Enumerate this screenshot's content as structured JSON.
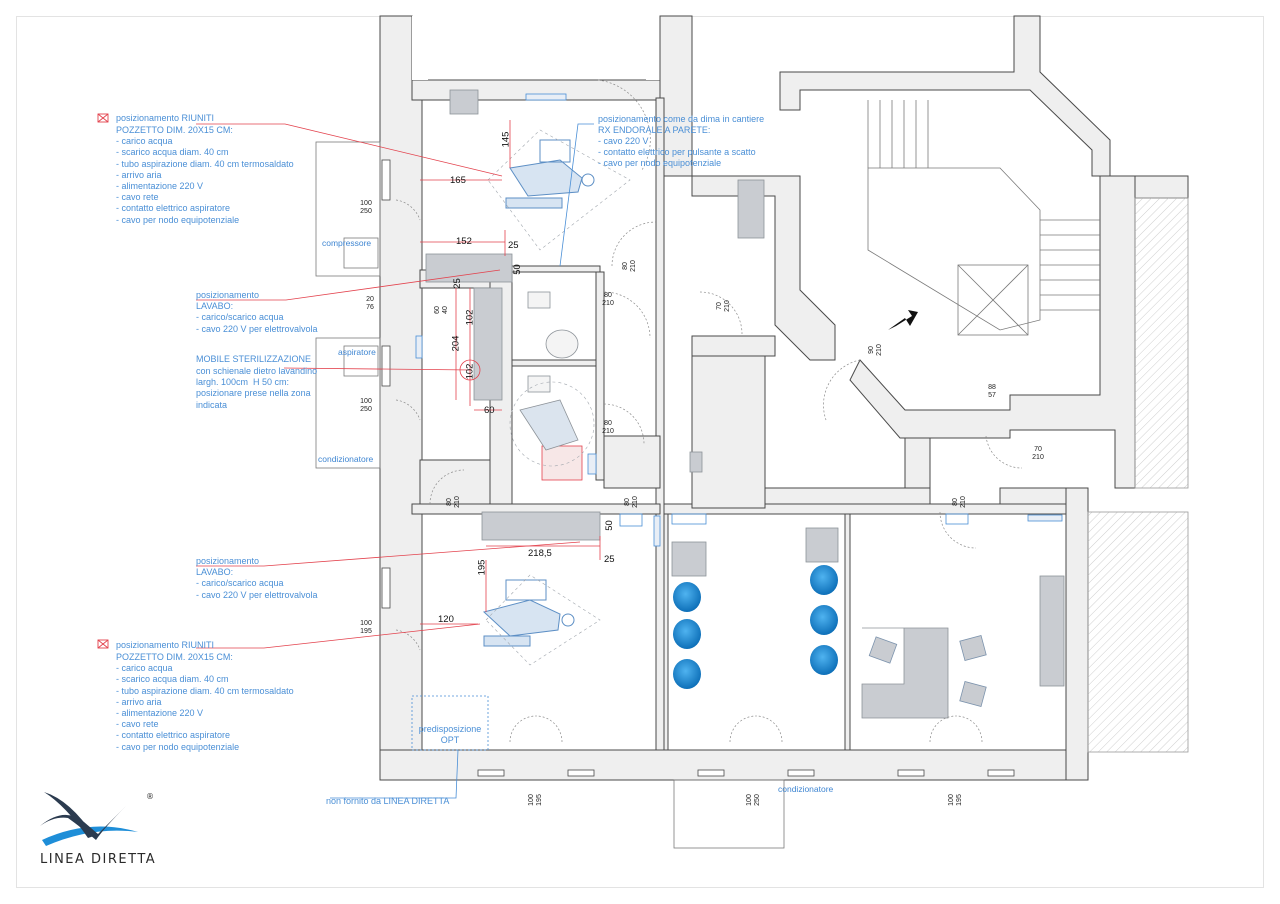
{
  "notes": {
    "riuniti_top": {
      "title": "posizionamento RIUNITI",
      "body": "POZZETTO DIM. 20X15 CM:\n- carico acqua\n- scarico acqua diam. 40 cm\n- tubo aspirazione diam. 40 cm termosaldato\n- arrivo aria\n- alimentazione 220 V\n- cavo rete\n- contatto elettrico aspiratore\n- cavo per nodo equipotenziale"
    },
    "lavabo_top": "posizionamento\nLAVABO:\n- carico/scarico acqua\n- cavo 220 V per elettrovalvola",
    "sterilizzazione": {
      "title": "MOBILE STERILIZZAZIONE",
      "body": "con schienale dietro lavandino\nlargh. 100cm  H 50 cm:\nposizionare prese nella zona\nindicata"
    },
    "lavabo_bottom": "posizionamento\nLAVABO:\n- carico/scarico acqua\n- cavo 220 V per elettrovalvola",
    "riuniti_bottom": {
      "title": "posizionamento RIUNITI",
      "body": "POZZETTO DIM. 20X15 CM:\n- carico acqua\n- scarico acqua diam. 40 cm\n- tubo aspirazione diam. 40 cm termosaldato\n- arrivo aria\n- alimentazione 220 V\n- cavo rete\n- contatto elettrico aspiratore\n- cavo per nodo equipotenziale"
    },
    "rx_endorale": {
      "line1": "posizionamento come da dima in cantiere",
      "title": "RX ENDORALE A PARETE:",
      "body": "- cavo 220 V\n- contatto elettrico per pulsante a scatto\n- cavo per nodo equipotenziale"
    },
    "predisposizione": "predisposizione\nOPT",
    "non_fornito": "non fornito da LINEA DIRETTA"
  },
  "labels": {
    "compressore": "compressore",
    "aspiratore": "aspiratore",
    "condizionatore_left": "condizionatore",
    "condizionatore_bottom": "condizionatore"
  },
  "dimensions": {
    "d165": "165",
    "d145": "145",
    "d152": "152",
    "d25a": "25",
    "d50a": "50",
    "d25b": "25",
    "d102a": "102",
    "d204": "204",
    "d102b": "102",
    "d60": "60",
    "d218": "218,5",
    "d25c": "25",
    "d50b": "50",
    "d195": "195",
    "d120": "120"
  },
  "openings": {
    "w1": "100\n250",
    "w2": "20\n76",
    "w3": "100\n250",
    "w4": "100\n195",
    "w5": "100\n195",
    "w6": "100\n250",
    "w7": "100\n195",
    "o1": "60\n40",
    "o2": "80\n210",
    "o3": "80\n210",
    "o4": "70\n210",
    "o5": "80\n210",
    "o6": "80\n210",
    "o7": "80\n210",
    "o8": "90\n210",
    "o9": "88\n57",
    "o10": "70\n210",
    "o11": "80\n210"
  },
  "brand": {
    "name": "LINEA DIRETTA",
    "registered": "®"
  },
  "colors": {
    "wall_fill": "#efefef",
    "wall_stroke": "#4a4a4a",
    "annotation_blue": "#4a8fd6",
    "leader_red": "#e3424d",
    "chair_blue": "#1d8fdc",
    "furniture_grey": "#c9ccd1"
  }
}
